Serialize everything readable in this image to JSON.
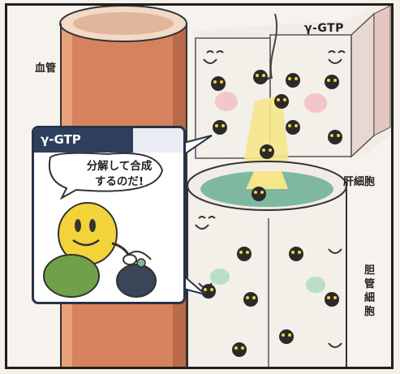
{
  "labels": {
    "blood_vessel": "血管",
    "gtp_top": "γ-GTP",
    "liver_cell": "肝細胞",
    "bile_duct_cell": "胆管細胞"
  },
  "panel": {
    "title": "γ-GTP",
    "speech_line1": "分解して合成",
    "speech_line2": "するのだ!"
  },
  "colors": {
    "blood_vessel": "#d6825c",
    "panel_header": "#2d3f5c",
    "character_yellow": "#f2d33a",
    "ball_green": "#6fa04a",
    "ball_dark": "#3b4558",
    "cell_spot_pink": "#f3c7c9",
    "cell_spot_green": "#b9dfc6"
  },
  "icons": {
    "molecule": "smiling-bug-molecule-icon",
    "character": "yellow-character-icon"
  }
}
